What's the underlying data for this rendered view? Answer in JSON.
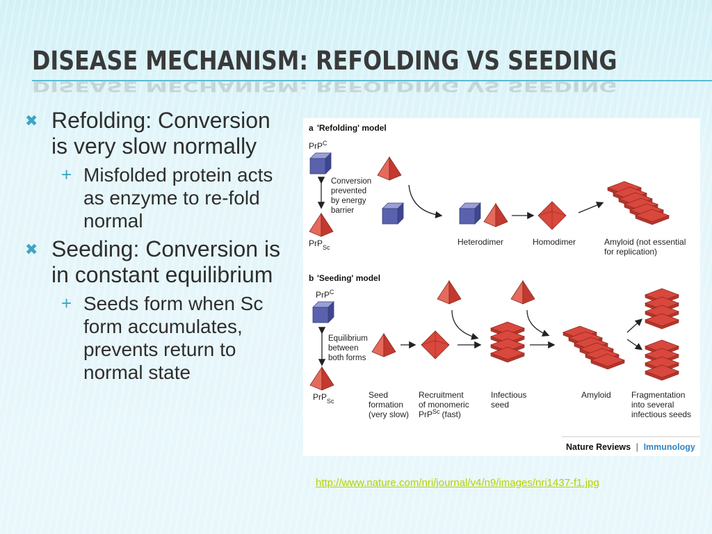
{
  "slide": {
    "title": "DISEASE MECHANISM: REFOLDING VS SEEDING",
    "bullets": [
      {
        "text": "Refolding: Conversion is very slow normally",
        "sub": [
          "Misfolded protein acts as enzyme to re-fold normal"
        ]
      },
      {
        "text": "Seeding: Conversion is in constant equilibrium",
        "sub": [
          "Seeds form when Sc form accumulates, prevents return to normal state"
        ]
      }
    ],
    "bullet_icon": "x-mark-icon",
    "sub_bullet_icon": "plus-icon",
    "link": "http://www.nature.com/nri/journal/v4/n9/images/nri1437-f1.jpg"
  },
  "figure": {
    "panel_a": {
      "letter": "a",
      "heading": "'Refolding' model",
      "prpc": "PrP",
      "prpc_sup": "C",
      "prpsc": "PrP",
      "prpsc_sup": "Sc",
      "barrier_text": [
        "Conversion",
        "prevented",
        "by energy",
        "barrier"
      ],
      "labels": {
        "heterodimer": "Heterodimer",
        "homodimer": "Homodimer",
        "amyloid": [
          "Amyloid (not essential",
          "for replication)"
        ]
      }
    },
    "panel_b": {
      "letter": "b",
      "heading": "'Seeding' model",
      "prpc": "PrP",
      "prpc_sup": "C",
      "prpsc": "PrP",
      "prpsc_sup": "Sc",
      "equilibrium_text": [
        "Equilibrium",
        "between",
        "both forms"
      ],
      "labels": {
        "seed": [
          "Seed",
          "formation",
          "(very slow)"
        ],
        "recruitment": [
          "Recruitment",
          "of monomeric"
        ],
        "recruitment_prpsc": "PrP",
        "recruitment_sup": "Sc",
        "recruitment_tail": "(fast)",
        "infectious": [
          "Infectious",
          "seed"
        ],
        "amyloid": "Amyloid",
        "fragmentation": [
          "Fragmentation",
          "into several",
          "infectious seeds"
        ]
      }
    },
    "credit_left": "Nature Reviews",
    "credit_sep": "|",
    "credit_right": "Immunology",
    "colors": {
      "cube": "#5a62ad",
      "pyramid": "#d9473d",
      "credit_right": "#2f86c6"
    }
  }
}
